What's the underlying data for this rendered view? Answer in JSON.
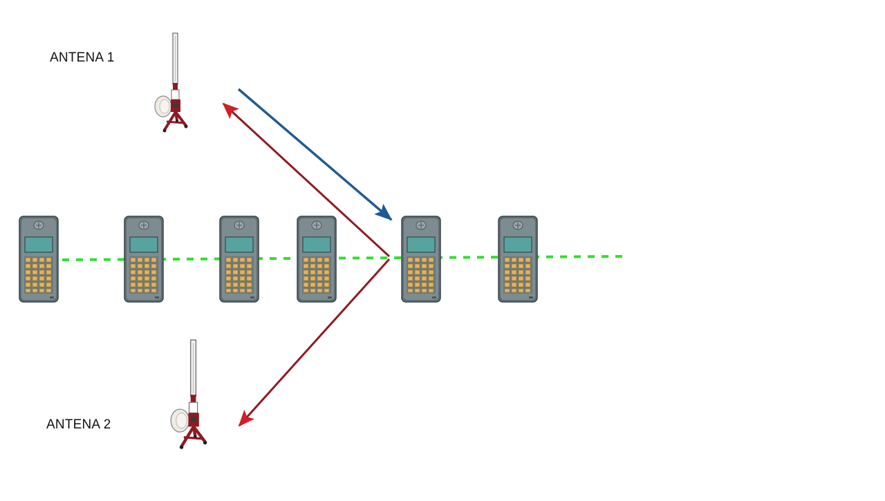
{
  "labels": {
    "antenna_1": "ANTENA 1",
    "antenna_2": "ANTENA 2"
  },
  "colors": {
    "incoming_signal": "#1f5a96",
    "reflected_signal": "#8f1a22",
    "arrow_head_red": "#d11f27",
    "phone_track": "#2ee02e",
    "phone_body": "#5c6b70",
    "phone_screen": "#5aa5a0",
    "phone_keypad": "#e2b25c",
    "antenna_stand": "#8f1a22"
  },
  "diagram": {
    "phone_count": 6,
    "antenna_count": 2,
    "signal_paths": [
      {
        "from": "antena-1",
        "to": "phone-5",
        "color": "blue"
      },
      {
        "from": "phone-5",
        "to": "antena-1",
        "color": "red"
      },
      {
        "from": "phone-5",
        "to": "antena-2",
        "color": "red"
      }
    ]
  }
}
